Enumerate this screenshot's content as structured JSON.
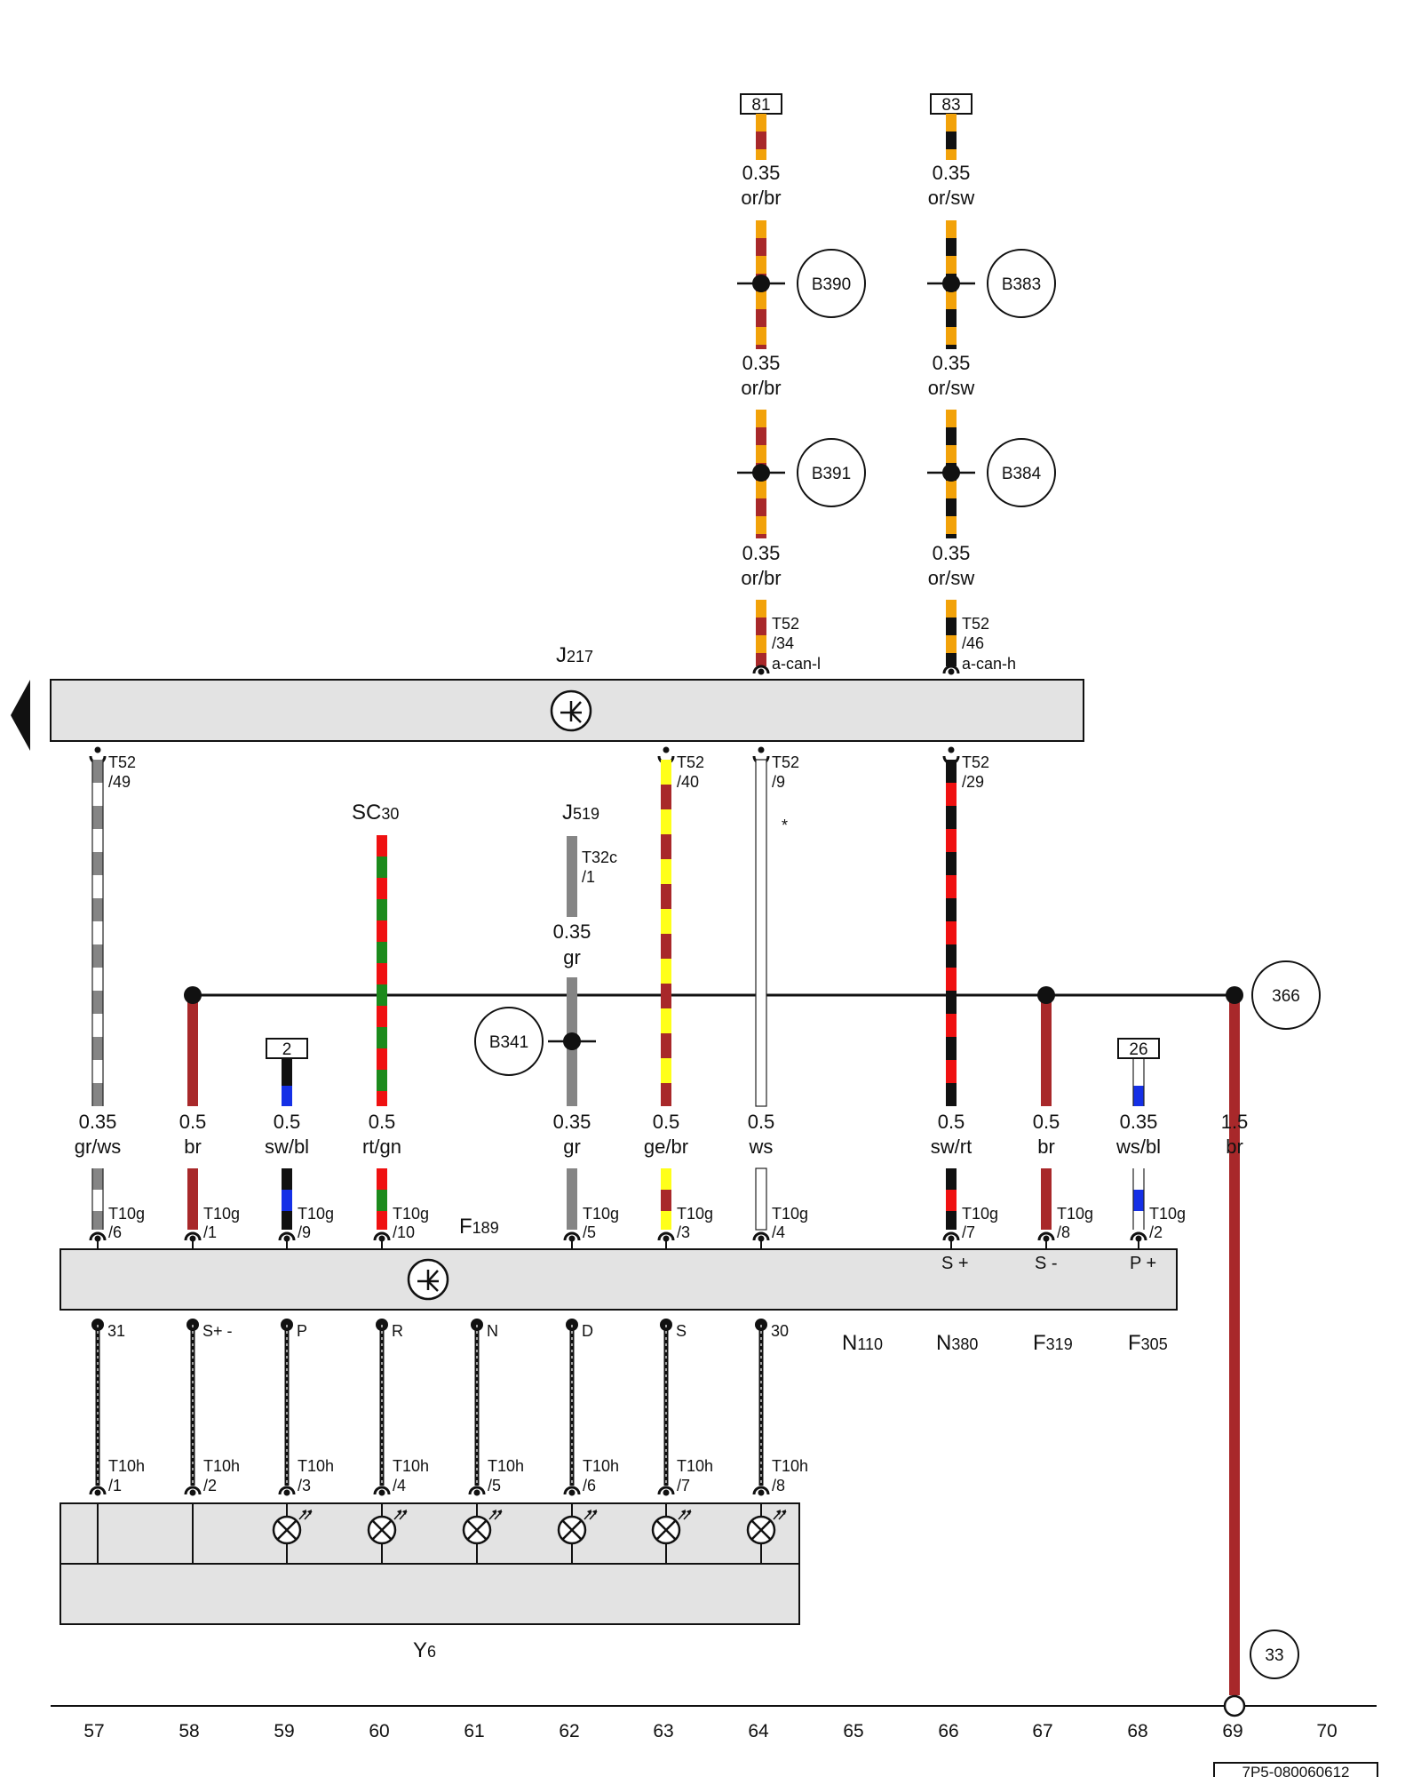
{
  "title": "",
  "colors": {
    "or": "#f2a20a",
    "br": "#a8282a",
    "sw": "#111111",
    "gr": "#858585",
    "ws": "#ffffff",
    "rt": "#ef1111",
    "gn": "#1c8a1c",
    "ge": "#ffff1a",
    "bl": "#1530e6",
    "module_fill": "#e3e3e3"
  },
  "references": {
    "r81": "81",
    "r83": "83",
    "r2": "2",
    "r26": "26"
  },
  "splices": {
    "b390": "B390",
    "b383": "B383",
    "b391": "B391",
    "b384": "B384",
    "b341": "B341",
    "c366": "366",
    "c33": "33"
  },
  "components": {
    "j217": {
      "main": "J",
      "sub": "217"
    },
    "sc30": {
      "main": "SC",
      "sub": "30"
    },
    "j519": {
      "main": "J",
      "sub": "519"
    },
    "f189": {
      "main": "F",
      "sub": "189"
    },
    "y6": {
      "main": "Y",
      "sub": "6"
    },
    "n110": {
      "main": "N",
      "sub": "110"
    },
    "n380": {
      "main": "N",
      "sub": "380"
    },
    "f319": {
      "main": "F",
      "sub": "319"
    },
    "f305": {
      "main": "F",
      "sub": "305"
    }
  },
  "can": {
    "l": {
      "conn": "T52",
      "pin": "/34",
      "sig": "a-can-l"
    },
    "h": {
      "conn": "T52",
      "pin": "/46",
      "sig": "a-can-h"
    },
    "top_gauges": [
      {
        "g": "0.35",
        "c": "or/br"
      },
      {
        "g": "0.35",
        "c": "or/sw"
      },
      {
        "g": "0.35",
        "c": "or/br"
      },
      {
        "g": "0.35",
        "c": "or/sw"
      },
      {
        "g": "0.35",
        "c": "or/br"
      },
      {
        "g": "0.35",
        "c": "or/sw"
      }
    ]
  },
  "j217_pins": [
    {
      "conn": "T52",
      "pin": "/49"
    },
    {
      "conn": "T52",
      "pin": "/40"
    },
    {
      "conn": "T52",
      "pin": "/9"
    },
    {
      "conn": "T52",
      "pin": "/29"
    }
  ],
  "j519_pin": {
    "conn": "T32c",
    "pin": "/1"
  },
  "j519_gauge": {
    "g": "0.35",
    "c": "gr"
  },
  "asterisk": "*",
  "wires": [
    {
      "g": "0.35",
      "c": "gr/ws",
      "conn": "T10g",
      "pin": "/6"
    },
    {
      "g": "0.5",
      "c": "br",
      "conn": "T10g",
      "pin": "/1"
    },
    {
      "g": "0.5",
      "c": "sw/bl",
      "conn": "T10g",
      "pin": "/9"
    },
    {
      "g": "0.5",
      "c": "rt/gn",
      "conn": "T10g",
      "pin": "/10"
    },
    {
      "g": "0.35",
      "c": "gr",
      "conn": "T10g",
      "pin": "/5"
    },
    {
      "g": "0.5",
      "c": "ge/br",
      "conn": "T10g",
      "pin": "/3"
    },
    {
      "g": "0.5",
      "c": "ws",
      "conn": "T10g",
      "pin": "/4"
    },
    {
      "g": "0.5",
      "c": "sw/rt",
      "conn": "T10g",
      "pin": "/7"
    },
    {
      "g": "0.5",
      "c": "br",
      "conn": "T10g",
      "pin": "/8"
    },
    {
      "g": "0.35",
      "c": "ws/bl",
      "conn": "T10g",
      "pin": "/2"
    },
    {
      "g": "1.5",
      "c": "br"
    }
  ],
  "f189_inner": [
    "S +",
    "S -",
    "P +"
  ],
  "f189_out": [
    "31",
    "S+ -",
    "P",
    "R",
    "N",
    "D",
    "S",
    "30"
  ],
  "y6_pins": [
    {
      "conn": "T10h",
      "pin": "/1"
    },
    {
      "conn": "T10h",
      "pin": "/2"
    },
    {
      "conn": "T10h",
      "pin": "/3"
    },
    {
      "conn": "T10h",
      "pin": "/4"
    },
    {
      "conn": "T10h",
      "pin": "/5"
    },
    {
      "conn": "T10h",
      "pin": "/6"
    },
    {
      "conn": "T10h",
      "pin": "/7"
    },
    {
      "conn": "T10h",
      "pin": "/8"
    }
  ],
  "coords": [
    "57",
    "58",
    "59",
    "60",
    "61",
    "62",
    "63",
    "64",
    "65",
    "66",
    "67",
    "68",
    "69",
    "70"
  ],
  "diagram_code": "7P5-080060612"
}
